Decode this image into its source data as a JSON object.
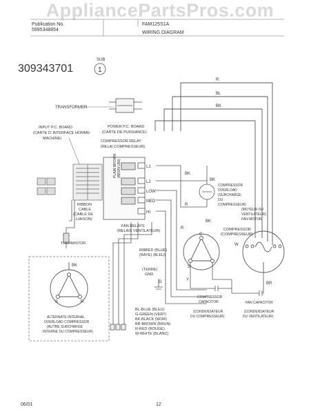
{
  "watermark": "AppliancePartsPros.com",
  "header": {
    "left_line1": "Publication No.",
    "left_line2": "5995348854",
    "center_line1": "FAM125S1A",
    "center_line2": "WIRING DIAGRAM"
  },
  "part_number": "309343701",
  "sub_label": "SUB",
  "sub_number": "1",
  "labels": {
    "transformer": "TRANSFORMER",
    "input_board_1": "INPUT P.C. BOARD",
    "input_board_2": "(CARTE D' INTERFACE HOMME-",
    "input_board_3": "MACHINE)",
    "power_board_1": "POWER P.C. BOARD",
    "power_board_2": "(CARTE DE PUISSANCE)",
    "comp_relay_1": "COMPRESSOR RELAY",
    "comp_relay_2": "(RELAI COMPRESSEUR)",
    "ribbon_1": "RIBBON",
    "ribbon_2": "CABLE",
    "ribbon_3": "(CABLE DE",
    "ribbon_4": "LIAISON)",
    "plain_brown_1": "PLAIN BROWN",
    "plain_brown_2": "(BRUN UNI)",
    "thermistor": "THERMISTOR",
    "fan_relays_1": "FAN RELAYS",
    "fan_relays_2": "(RELAIS VENTILATEUR)",
    "overload_1": "COMPRESSOR",
    "overload_2": "OVERLOAD",
    "overload_3": "(SURCHARGE",
    "overload_4": "DU",
    "overload_5": "COMPRESSEUR)",
    "fan_motor_1": "(MOTEUR DU",
    "fan_motor_2": "VENTILATEUR)",
    "fan_motor_3": "FAN MOTOR",
    "compressor_1": "COMPRESSOR",
    "compressor_2": "(COMPRESSEUR)",
    "ribbed_1": "RIBBED (BLUE)",
    "ribbed_2": "(RAYE) (BLEU)",
    "ground_1": "(TERRE)",
    "ground_2": "GND",
    "comp_cap_1": "COMPRESSOR",
    "comp_cap_2": "CAPACITOR",
    "comp_cap_3": "(CONDENSATEUR",
    "comp_cap_4": "DU COMPRESSEUR)",
    "fan_cap_1": "FAN CAPACITOR",
    "fan_cap_2": "(CONDENSATEUR",
    "fan_cap_3": "DU VENTILATEUR)",
    "legend_1": "BL-BLUE (BLEU)",
    "legend_2": "G-GREEN (VERT)",
    "legend_3": "BK-BLACK (NOIR)",
    "legend_4": "BR-BROWN (BRUN)",
    "legend_5": "R-RED (ROUGE)",
    "legend_6": "W-WHITE (BLANC)",
    "alt_1": "ALTERNATE INTERNAL",
    "alt_2": "OVERLOAD COMPRESSOR",
    "alt_3": "(AUTRE SURCHARGE",
    "alt_4": "INTERNE DU COMPRESSEUR)"
  },
  "terminals": {
    "l1": "L1",
    "l2": "L2",
    "low": "LOW",
    "med": "MED",
    "hi": "HI"
  },
  "wire_codes": {
    "r": "R",
    "bl": "BL",
    "bk": "BK",
    "w": "W",
    "br": "BR",
    "y": "Y",
    "c": "C",
    "s": "S"
  },
  "footer": {
    "date": "06/01",
    "page": "12"
  }
}
